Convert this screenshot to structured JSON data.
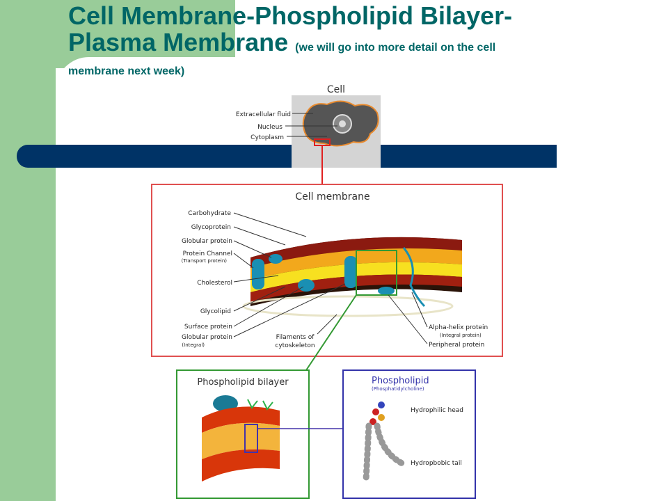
{
  "slide": {
    "title_main": "Cell Membrane-Phospholipid Bilayer-",
    "title_line2": "Plasma Membrane",
    "title_note": "(we will go into more detail on the cell",
    "title_note_line2": "membrane next week)"
  },
  "diagram": {
    "cell_panel": {
      "title": "Cell",
      "labels": [
        "Extracellular fluid",
        "Nucleus",
        "Cytoplasm"
      ]
    },
    "membrane_panel": {
      "title": "Cell membrane",
      "left_labels": [
        "Carbohydrate",
        "Glycoprotein",
        "Globular protein",
        "Protein Channel",
        "(Transport protein)",
        "Cholesterol",
        "Glycolipid",
        "Surface protein",
        "Globular protein",
        "(Integral)"
      ],
      "bottom_label": [
        "Filaments of",
        "cytoskeleton"
      ],
      "right_labels": [
        "Alpha-helix protein",
        "(Integral protein)",
        "Peripheral protein"
      ]
    },
    "bilayer_panel": {
      "title": "Phospholipid bilayer"
    },
    "phospholipid_panel": {
      "title": "Phospholipid",
      "subtitle": "(Phosphatidylcholine)",
      "labels": [
        "Hydrophilic head",
        "Hydropbobic tail"
      ]
    },
    "colors": {
      "title_text": "#006666",
      "side_panel": "#99cc99",
      "bar": "#003366",
      "membrane_frame": "#e05050",
      "bilayer_frame": "#339933",
      "phospholipid_frame": "#3333aa"
    }
  }
}
